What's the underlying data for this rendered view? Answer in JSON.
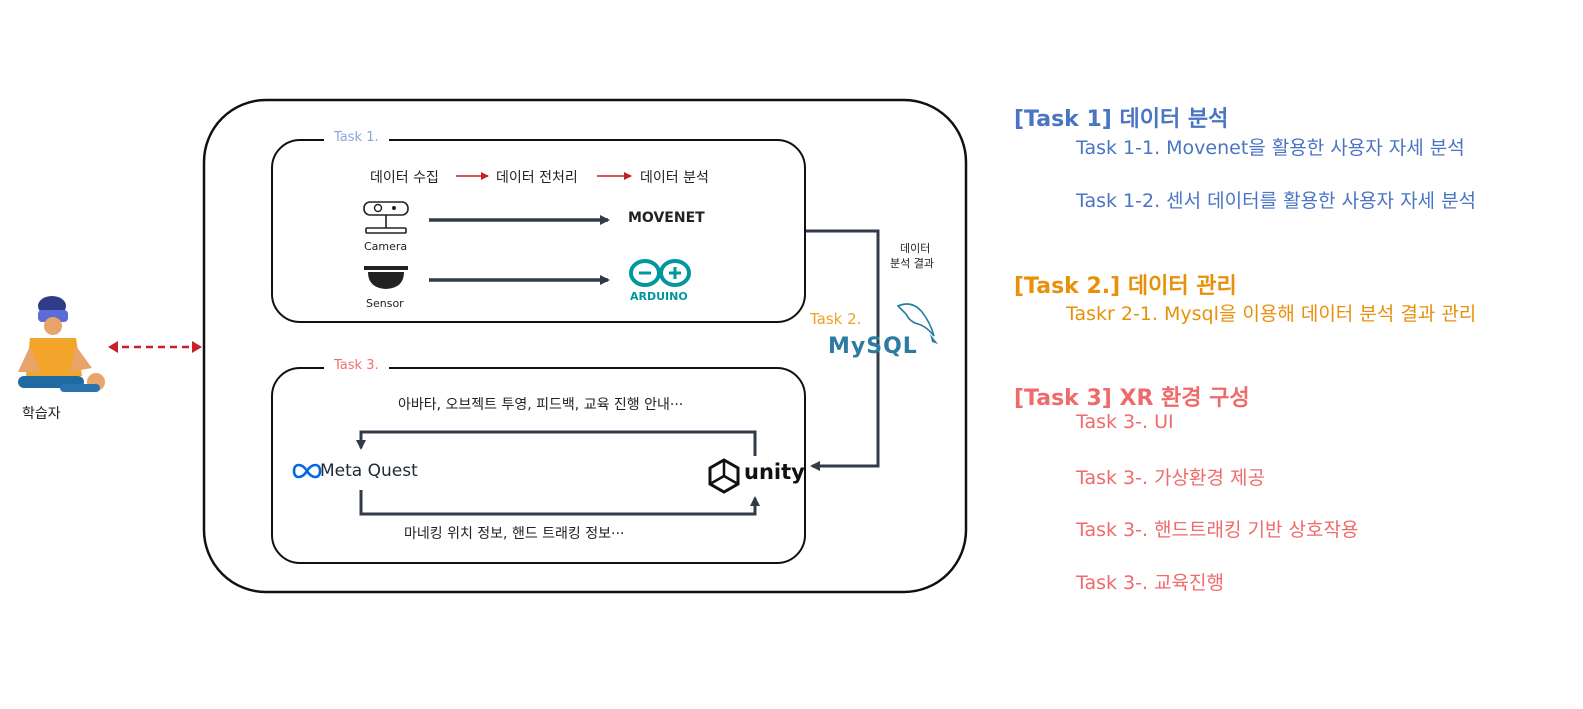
{
  "diagram": {
    "task1": {
      "title": "Task 1.",
      "flow": [
        "데이터 수집",
        "데이터 전처리",
        "데이터 분석"
      ],
      "camera_label": "Camera",
      "sensor_label": "Sensor",
      "movenet_label": "MOVENET",
      "arduino_label": "ARDUINO"
    },
    "task2": {
      "title": "Task 2.",
      "result_label": [
        "데이터",
        "분석 결과"
      ],
      "mysql_label": "MySQL"
    },
    "task3": {
      "title": "Task 3.",
      "top_text": "아바타, 오브젝트 투영, 피드백, 교육 진행 안내···",
      "bottom_text": "마네킹 위치 정보, 핸드 트래킹 정보···",
      "meta_label": "Meta Quest",
      "unity_label": "unity"
    },
    "learner_label": "학습자"
  },
  "tasks": [
    {
      "heading": "[Task 1] 데이터 분석",
      "color": "#4a74c4",
      "items": [
        "Task 1-1. Movenet을 활용한 사용자 자세 분석",
        "Task 1-2. 센서 데이터를 활용한 사용자 자세 분석"
      ]
    },
    {
      "heading": "[Task 2.] 데이터 관리",
      "color": "#e8900a",
      "items": [
        "Taskr 2-1. Mysql을 이용해 데이터 분석 결과 관리"
      ]
    },
    {
      "heading": "[Task 3] XR 환경 구성",
      "color": "#ef6a6a",
      "items": [
        "Task 3-. UI",
        "Task 3-. 가상환경 제공",
        "Task 3-.  핸드트래킹 기반 상호작용",
        "Task 3-. 교육진행"
      ]
    }
  ]
}
